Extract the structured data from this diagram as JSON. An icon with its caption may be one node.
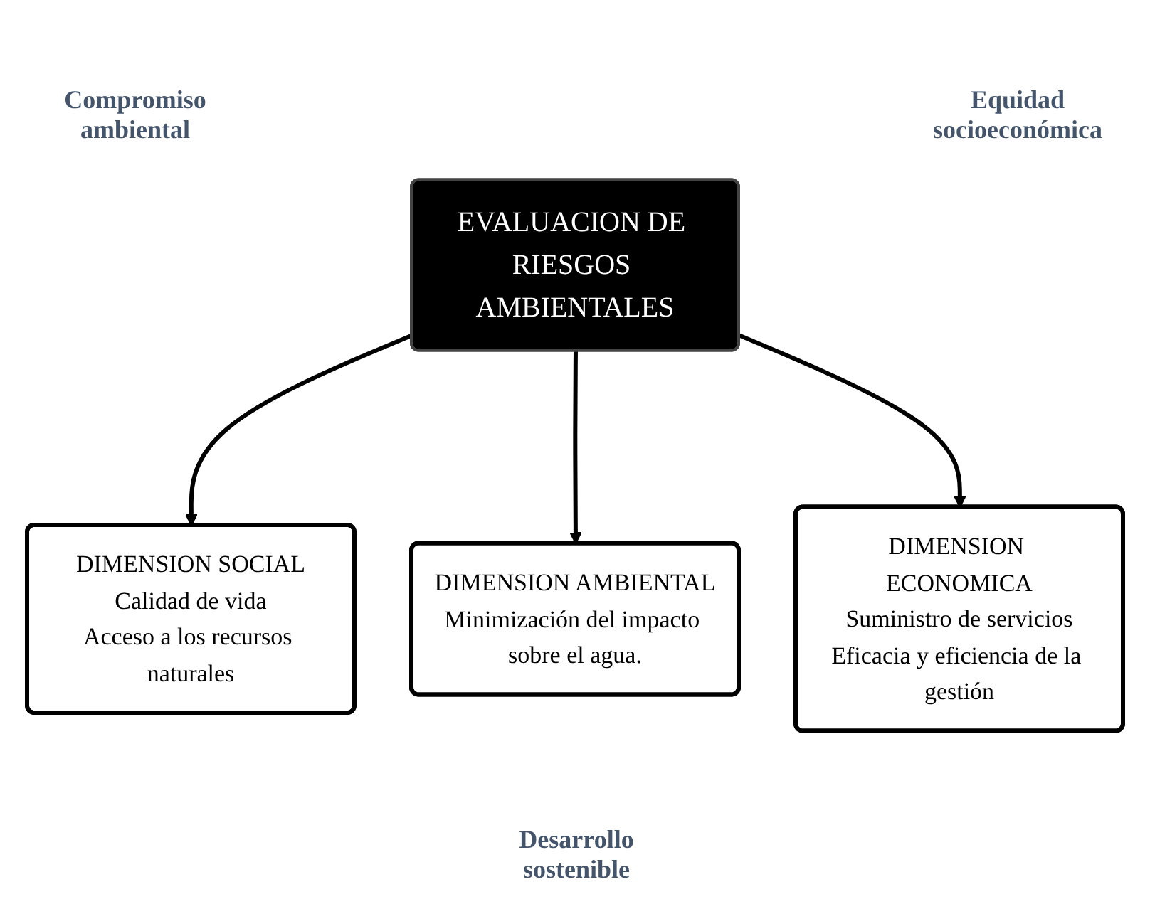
{
  "diagram": {
    "nodes": [
      {
        "text": [
          "EVALUACION DE RIESGOS AMBIENTALES"
        ]
      },
      {
        "text": [
          "DIMENSION SOCIAL",
          "Calidad de vida",
          "Acceso a los recursos naturales"
        ]
      },
      {
        "text": [
          "DIMENSION AMBIENTAL",
          "Minimización del impacto sobre el agua."
        ]
      },
      {
        "text": [
          "DIMENSION ECONOMICA",
          "Suministro de servicios",
          "Eficacia y eficiencia de la gestión"
        ]
      }
    ],
    "edges": [
      {
        "from": 0,
        "to": 1,
        "arrow": "to"
      },
      {
        "from": 0,
        "to": 2,
        "arrow": "to"
      },
      {
        "from": 0,
        "to": 3,
        "arrow": "to"
      }
    ],
    "labels": [
      "Compromiso ambiental",
      "Equidad socioeconómica",
      "Desarrollo sostenible"
    ]
  }
}
